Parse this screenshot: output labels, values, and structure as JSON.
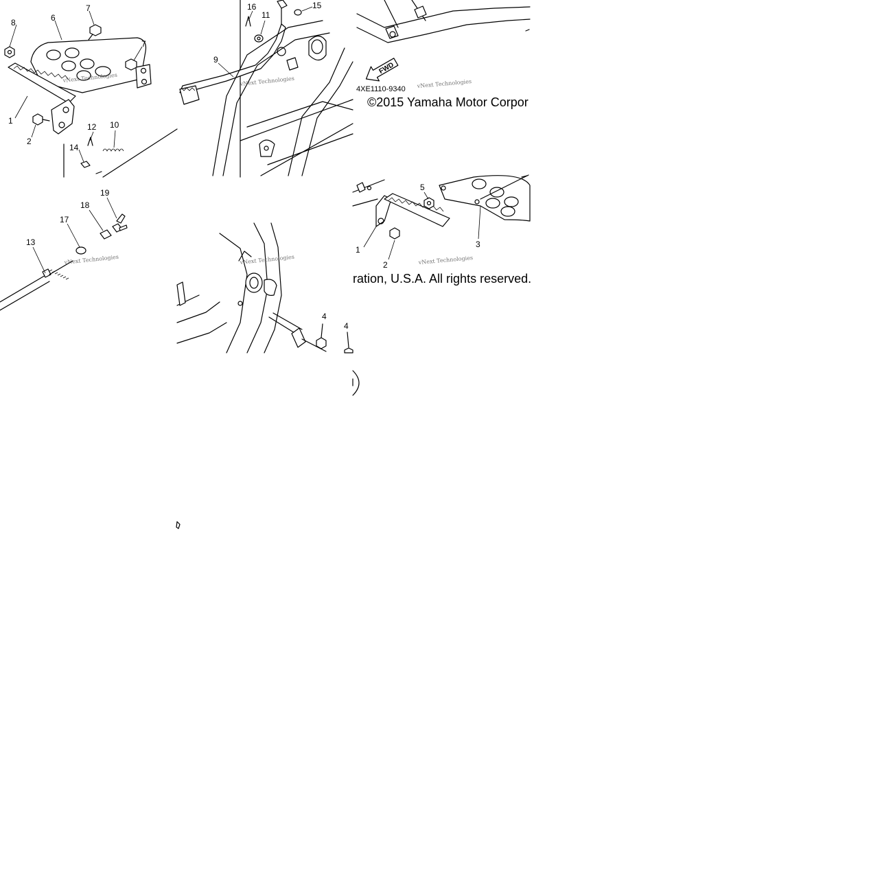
{
  "diagram": {
    "part_number": "4XE1110-9340",
    "copyright_a": "©2015 Yamaha Motor Corpor",
    "copyright_b": "ration, U.S.A. All rights reserved.",
    "fwd_label": "FWD",
    "watermark": "vNext Technologies",
    "callouts": [
      "1",
      "2",
      "3",
      "4",
      "5",
      "6",
      "7",
      "8",
      "9",
      "10",
      "11",
      "12",
      "13",
      "14",
      "15",
      "16",
      "17",
      "18",
      "19"
    ]
  }
}
